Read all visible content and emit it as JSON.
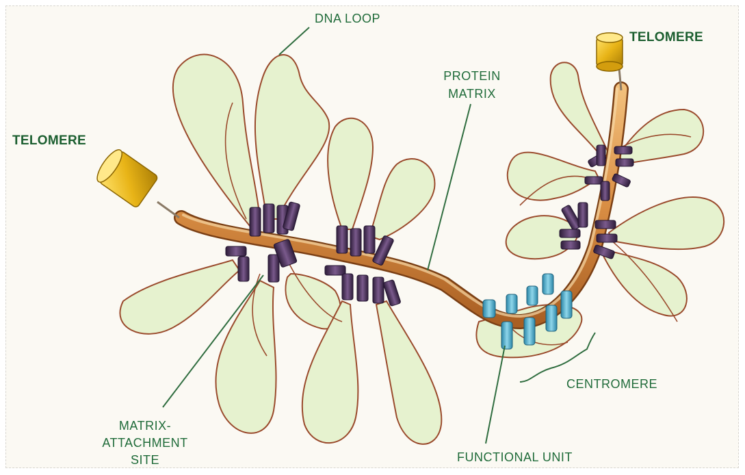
{
  "labels": {
    "dna_loop": "DNA LOOP",
    "telomere_left": "TELOMERE",
    "telomere_right": "TELOMERE",
    "protein_matrix_line1": "PROTEIN",
    "protein_matrix_line2": "MATRIX",
    "centromere": "CENTROMERE",
    "matrix_attachment_line1": "MATRIX-",
    "matrix_attachment_line2": "ATTACHMENT",
    "matrix_attachment_line3": "SITE",
    "functional_unit": "FUNCTIONAL UNIT"
  },
  "colors": {
    "loop_fill": "#e6f2cf",
    "loop_stroke": "#9a4a2c",
    "matrix_fiber": "#d98e44",
    "telomere_cap": "#e8b417",
    "attachment_cylinder": "#5b3d6e",
    "functional_cylinder": "#4fb0cf",
    "label_green": "#1f6b39"
  }
}
